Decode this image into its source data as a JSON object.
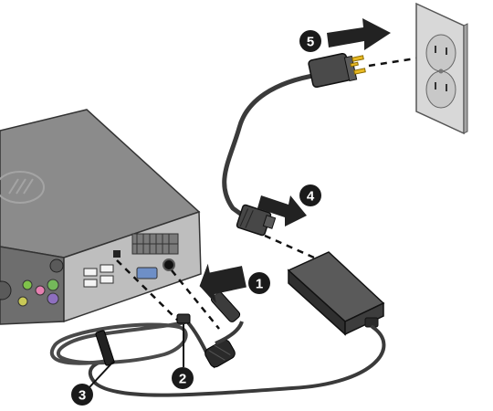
{
  "diagram": {
    "callouts": [
      {
        "label": "1",
        "icon": "arrow-right-icon"
      },
      {
        "label": "2",
        "icon": "leader-line"
      },
      {
        "label": "3",
        "icon": "leader-line"
      },
      {
        "label": "4",
        "icon": "arrow-down-right-icon"
      },
      {
        "label": "5",
        "icon": "arrow-right-icon"
      }
    ],
    "colors": {
      "chassis_top": "#8a8a8a",
      "chassis_front": "#6f6f6f",
      "chassis_back": "#bdbdbd",
      "cable": "#3b3b3b",
      "adapter": "#4a4a4a",
      "outlet_plate": "#d9d9d9",
      "callout_fill": "#1a1a1a",
      "arrow_fill": "#222222",
      "prongs": "#e8b923"
    }
  }
}
